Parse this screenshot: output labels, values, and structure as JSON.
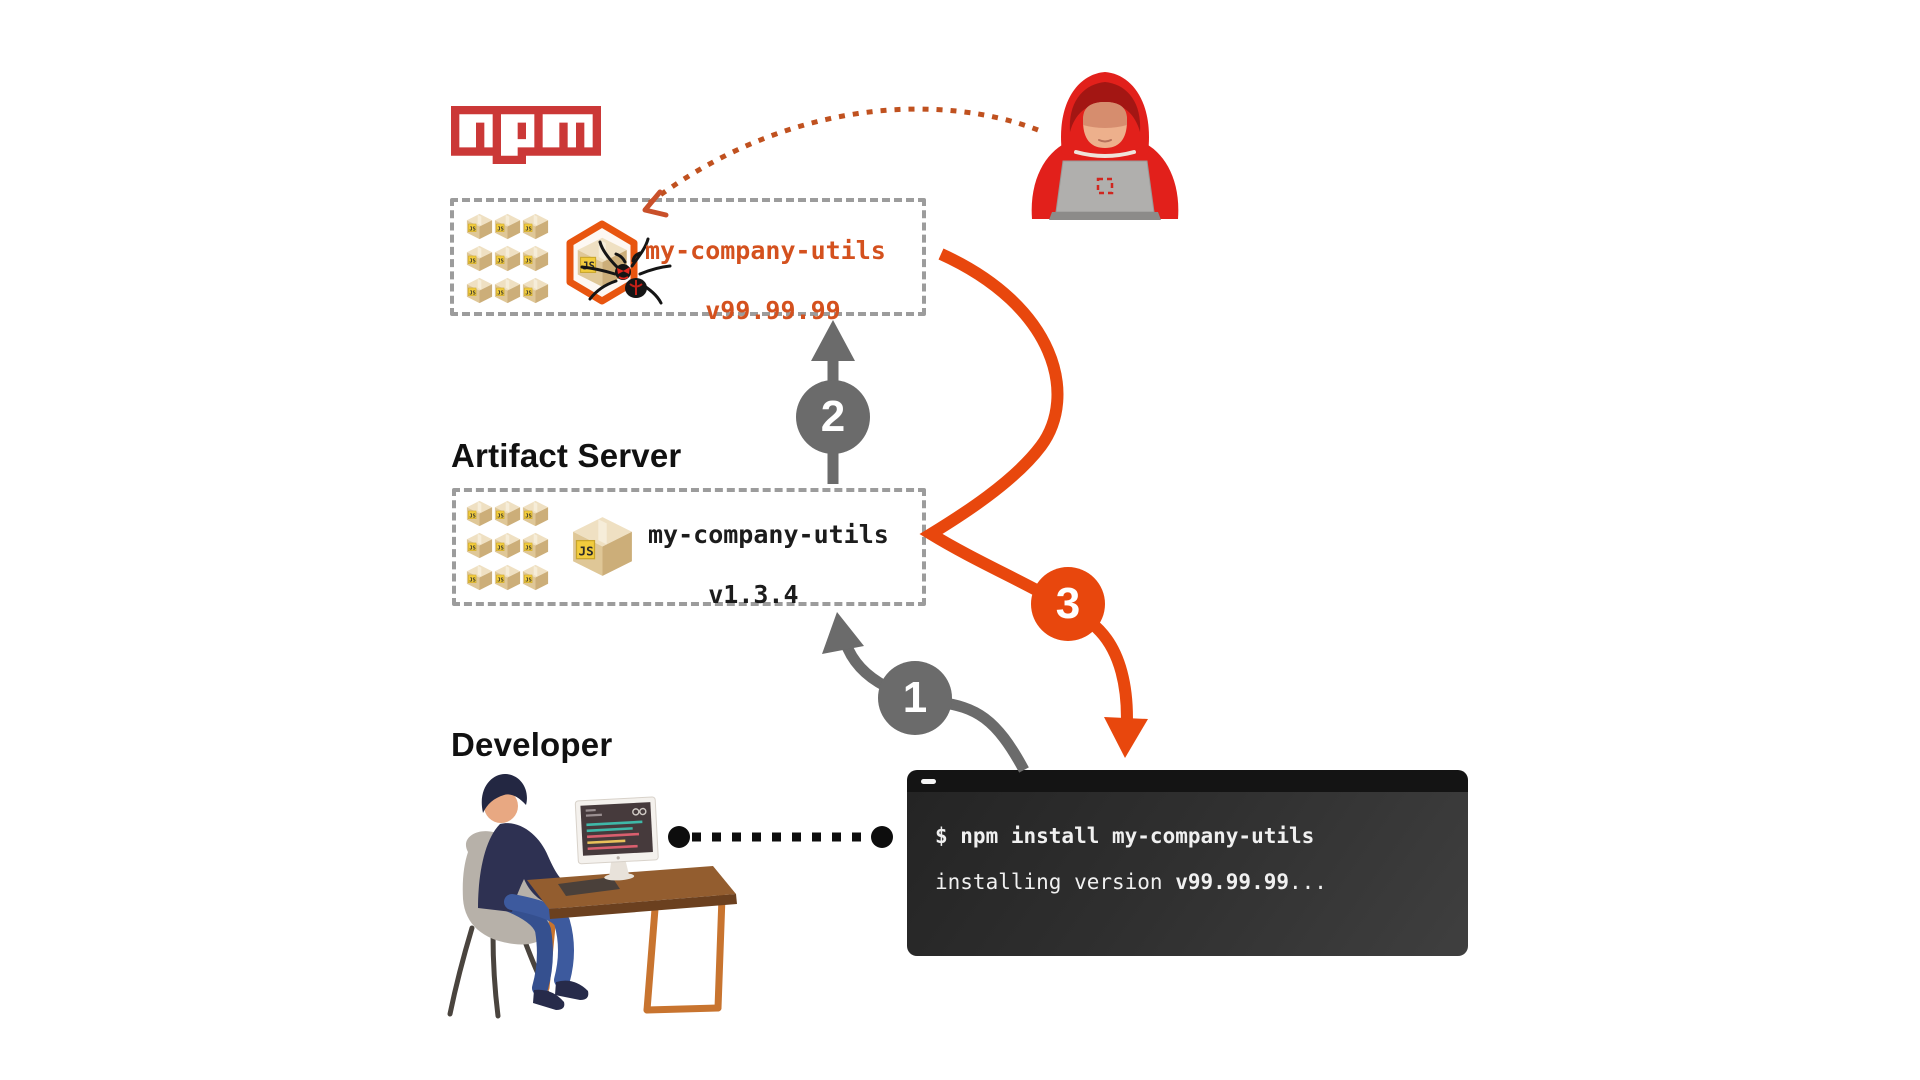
{
  "colors": {
    "accent_orange": "#e8470d",
    "package_text_orange": "#d4511e",
    "npm_brand_red": "#cb3837",
    "hacker_red": "#e2201b",
    "step_gray": "#6b6b6b",
    "dashed_border_gray": "#9c9c9c",
    "terminal_bg": "#2b2b2b"
  },
  "npm_registry": {
    "logo_text": "npm",
    "package_name": "my-company-utils",
    "package_version": "v99.99.99"
  },
  "artifact_server": {
    "title": "Artifact Server",
    "package_name": "my-company-utils",
    "package_version": "v1.3.4"
  },
  "developer": {
    "title": "Developer"
  },
  "terminal": {
    "line1": "$ npm install my-company-utils",
    "line2_text": "installing version ",
    "line2_version": "v99.99.99",
    "line2_ellipsis": "..."
  },
  "steps": [
    {
      "label": "1"
    },
    {
      "label": "2"
    },
    {
      "label": "3"
    }
  ]
}
